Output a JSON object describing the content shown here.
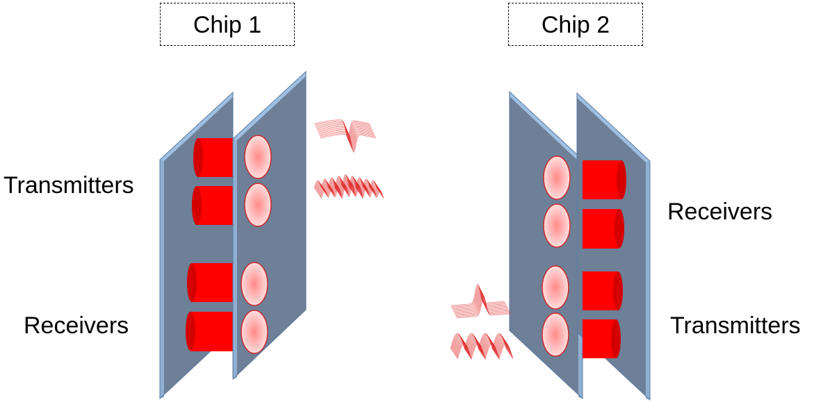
{
  "chip1": {
    "label": "Chip 1"
  },
  "chip2": {
    "label": "Chip 2"
  },
  "labels": {
    "transmitters_left": "Transmitters",
    "receivers_left": "Receivers",
    "receivers_right": "Receivers",
    "transmitters_right": "Transmitters"
  },
  "colors": {
    "panel": "#6e7f98",
    "panel_edge": "#8fb0d2",
    "emitter": "#ff0000",
    "lens_center": "#ff8a8a",
    "lens_edge": "#ffe6e6",
    "mode": "#e02020"
  }
}
